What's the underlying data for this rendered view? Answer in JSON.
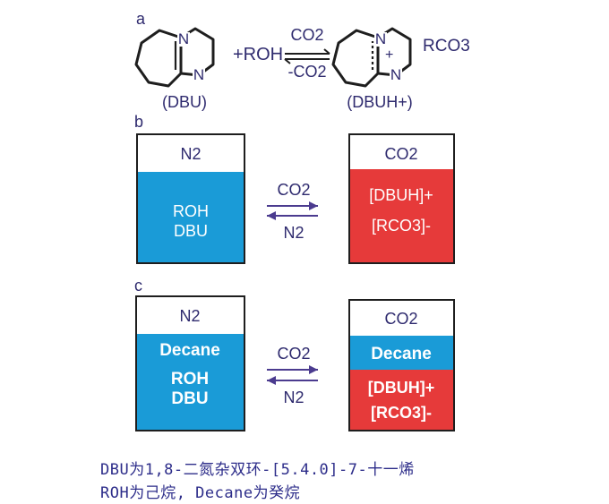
{
  "panel_labels": {
    "a": "a",
    "b": "b",
    "c": "c"
  },
  "reaction": {
    "plus_roh": "+ROH",
    "forward": "CO2",
    "reverse": "-CO2",
    "rco3": "RCO3",
    "plus_sign": "+",
    "dbu_label": "(DBU)",
    "dbuh_label": "(DBUH+)",
    "n_atom": "N"
  },
  "panel_b": {
    "left_gas": "N2",
    "left_liquid": [
      "ROH",
      "DBU"
    ],
    "right_gas": "CO2",
    "right_liquid": [
      "[DBUH]+",
      "[RCO3]-"
    ],
    "arrow_top": "CO2",
    "arrow_bottom": "N2"
  },
  "panel_c": {
    "left_gas": "N2",
    "left_top_liquid": "Decane",
    "left_liquid": [
      "ROH",
      "DBU"
    ],
    "right_gas": "CO2",
    "right_top_liquid": "Decane",
    "right_liquid": [
      "[DBUH]+",
      "[RCO3]-"
    ],
    "arrow_top": "CO2",
    "arrow_bottom": "N2"
  },
  "caption": {
    "line1": "DBU为1,8-二氮杂双环-[5.4.0]-7-十一烯",
    "line2": "ROH为己烷, Decane为癸烷"
  },
  "colors": {
    "blue": "#1a9bd7",
    "red": "#e63a3a",
    "ink": "#2e2a6e",
    "arrow": "#4b3b8f",
    "caption": "#2d2d8a"
  }
}
